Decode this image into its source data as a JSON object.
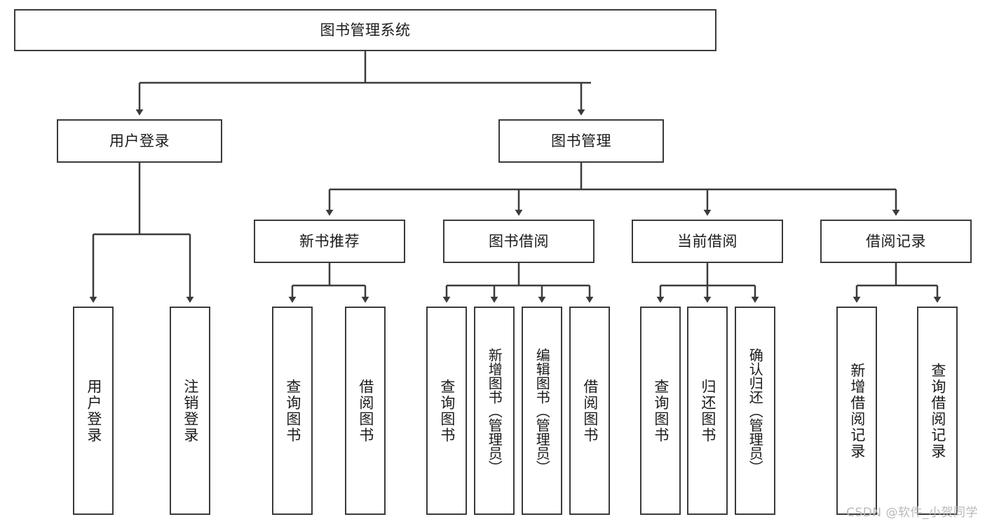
{
  "diagram": {
    "title": "图书管理系统",
    "type": "tree-hierarchy",
    "root": {
      "label": "图书管理系统"
    },
    "level2": [
      {
        "label": "用户登录"
      },
      {
        "label": "图书管理"
      }
    ],
    "level3": [
      {
        "label": "新书推荐"
      },
      {
        "label": "图书借阅"
      },
      {
        "label": "当前借阅"
      },
      {
        "label": "借阅记录"
      }
    ],
    "leaves": {
      "user_login": [
        {
          "label": "用户登录"
        },
        {
          "label": "注销登录"
        }
      ],
      "new_book_recommend": [
        {
          "label": "查询图书"
        },
        {
          "label": "借阅图书"
        }
      ],
      "book_borrow": [
        {
          "label": "查询图书"
        },
        {
          "label": "新增图书（管理员）"
        },
        {
          "label": "编辑图书（管理员）"
        },
        {
          "label": "借阅图书"
        }
      ],
      "current_borrow": [
        {
          "label": "查询图书"
        },
        {
          "label": "归还图书"
        },
        {
          "label": "确认归还（管理员）"
        }
      ],
      "borrow_record": [
        {
          "label": "新增借阅记录"
        },
        {
          "label": "查询借阅记录"
        }
      ]
    }
  },
  "watermark": "CSDN @软件_小贺同学",
  "colors": {
    "stroke": "#3b3b3b",
    "background": "#ffffff",
    "text": "#1b1b1b",
    "watermark": "#b9b9b9"
  }
}
